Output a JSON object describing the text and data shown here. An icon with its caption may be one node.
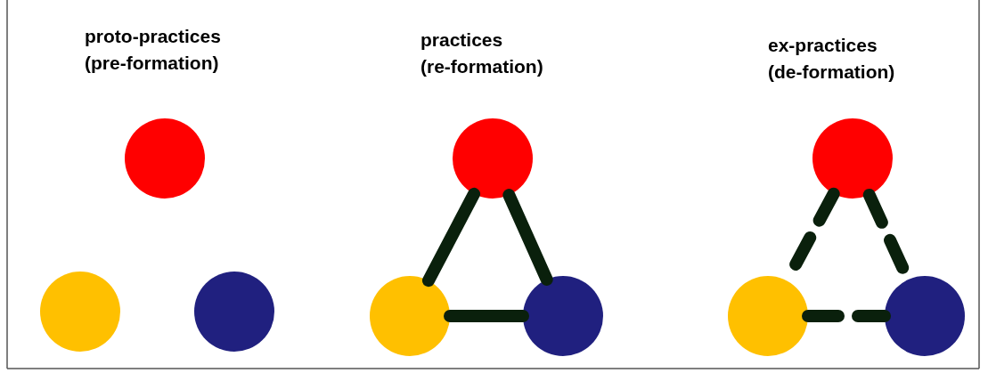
{
  "diagram": {
    "nodes": [
      {
        "text": [],
        "shape": "circle"
      },
      {
        "text": [],
        "shape": "circle"
      },
      {
        "text": [],
        "shape": "circle"
      },
      {
        "text": [],
        "shape": "circle"
      },
      {
        "text": [],
        "shape": "circle"
      },
      {
        "text": [],
        "shape": "circle"
      },
      {
        "text": [],
        "shape": "circle"
      },
      {
        "text": [],
        "shape": "circle"
      },
      {
        "text": [],
        "shape": "circle"
      }
    ],
    "edges": [
      {
        "from": 3,
        "to": 4,
        "arrow": "none"
      },
      {
        "from": 3,
        "to": 5,
        "arrow": "none"
      },
      {
        "from": 4,
        "to": 5,
        "arrow": "none"
      },
      {
        "from": 6,
        "to": 7,
        "arrow": "none",
        "style": "dashed"
      },
      {
        "from": 6,
        "to": 8,
        "arrow": "none",
        "style": "dashed"
      },
      {
        "from": 7,
        "to": 8,
        "arrow": "none",
        "style": "dashed"
      }
    ],
    "labels": [
      "proto-practices (pre-formation)",
      "practices (re-formation)",
      "ex-practices (de-formation)"
    ]
  }
}
